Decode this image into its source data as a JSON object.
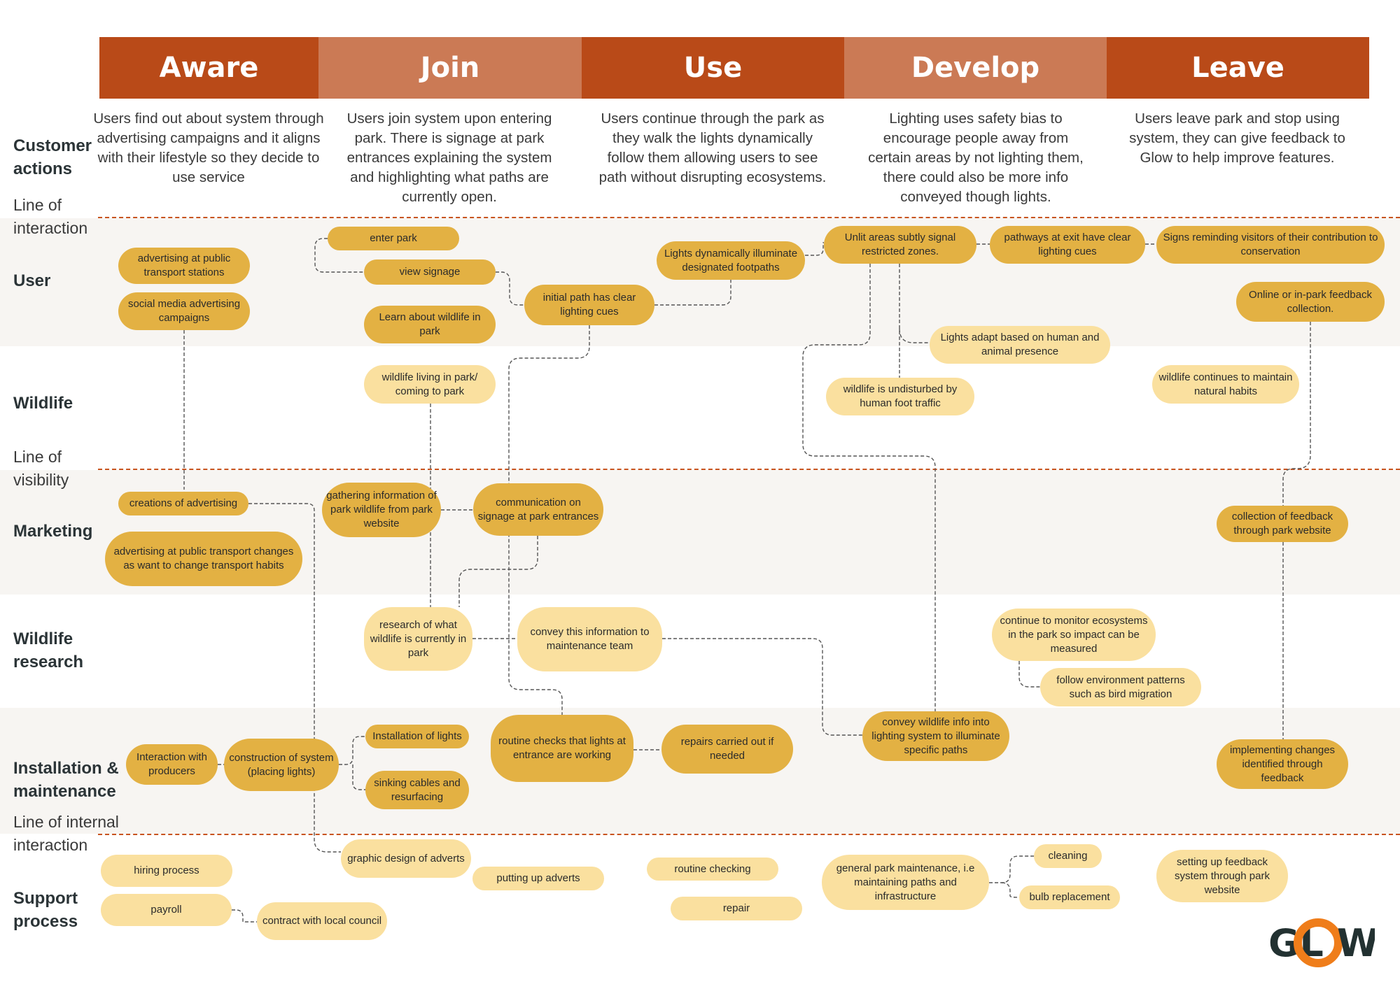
{
  "phases": [
    {
      "title": "Aware",
      "description": "Users find out about system through advertising campaigns and it aligns with their lifestyle so they decide to use service"
    },
    {
      "title": "Join",
      "description": "Users join system upon entering park. There is signage at park entrances explaining the system and highlighting what paths are currently open."
    },
    {
      "title": "Use",
      "description": "Users continue through the park as they walk the lights dynamically follow them allowing users to see path without disrupting ecosystems."
    },
    {
      "title": "Develop",
      "description": "Lighting uses safety bias to encourage people away from certain areas by not lighting them, there could also be more info conveyed though lights."
    },
    {
      "title": "Leave",
      "description": "Users leave park and stop using system, they can give feedback to Glow to help improve features."
    }
  ],
  "lanes": {
    "customer_actions": "Customer actions",
    "user": "User",
    "wildlife": "Wildlife",
    "marketing": "Marketing",
    "wildlife_research": "Wildlife research",
    "installation": "Installation & maintenance",
    "support": "Support process"
  },
  "lines": {
    "interaction": "Line of interaction",
    "visibility": "Line of visibility",
    "internal": "Line of internal interaction"
  },
  "nodes": {
    "adv_transport": "advertising at public transport stations",
    "social_media": "social media advertising campaigns",
    "enter_park": "enter park",
    "view_signage": "view signage",
    "learn_wildlife": "Learn about wildlife in park",
    "initial_path": "initial path has clear lighting cues",
    "lights_footpaths": "Lights dynamically illuminate designated footpaths",
    "unlit_areas": "Unlit areas subtly signal restricted zones.",
    "pathways_exit": "pathways at exit have clear lighting cues",
    "signs_reminding": "Signs reminding visitors of their contribution to conservation",
    "online_feedback": "Online or in-park feedback collection.",
    "lights_adapt": "Lights adapt based on human and animal presence",
    "wildlife_living": "wildlife living in park/ coming to park",
    "wildlife_undisturbed": "wildlife is undisturbed by human foot traffic",
    "wildlife_continues": "wildlife continues to maintain natural habits",
    "creations_adv": "creations of advertising",
    "adv_changes": "advertising at public transport changes as want to change transport habits",
    "gathering_info": "gathering information of park wildlife from park website",
    "comm_signage": "communication on signage at park entrances",
    "collection_feedback": "collection of feedback through park website",
    "research_wildlife": "research of what wildlife is currently in park",
    "convey_info": "convey this information to maintenance team",
    "continue_monitor": "continue to monitor ecosystems in the park so impact can be measured",
    "follow_patterns": "follow environment patterns such as bird migration",
    "interaction_producers": "Interaction with producers",
    "construction": "construction of system (placing lights)",
    "installation_lights": "Installation of lights",
    "sinking_cables": "sinking cables and resurfacing",
    "routine_checks": "routine checks that lights at entrance are working",
    "repairs": "repairs carried out if needed",
    "convey_wildlife": "convey wildlife info into lighting system to illuminate specific paths",
    "implementing_changes": "implementing changes identified through feedback",
    "hiring": "hiring process",
    "payroll": "payroll",
    "contract": "contract with local council",
    "graphic_design": "graphic design of adverts",
    "putting_up": "putting up adverts",
    "routine_checking": "routine checking",
    "repair": "repair",
    "general_maintenance": "general park maintenance, i.e maintaining paths and infrastructure",
    "cleaning": "cleaning",
    "bulb_replacement": "bulb replacement",
    "setting_up_feedback": "setting up feedback system through park website"
  },
  "logo": {
    "text_left": "GL",
    "text_right": "W",
    "ring_icon": "ring-icon"
  },
  "colors": {
    "phase_dark": "#b94a18",
    "phase_light": "#cb7a55",
    "node_dark": "#e3b143",
    "node_light": "#fae09f",
    "line_dashed": "#c8541f",
    "band": "#f7f5f2",
    "logo_dark": "#223131",
    "logo_orange": "#ef7d1a"
  }
}
